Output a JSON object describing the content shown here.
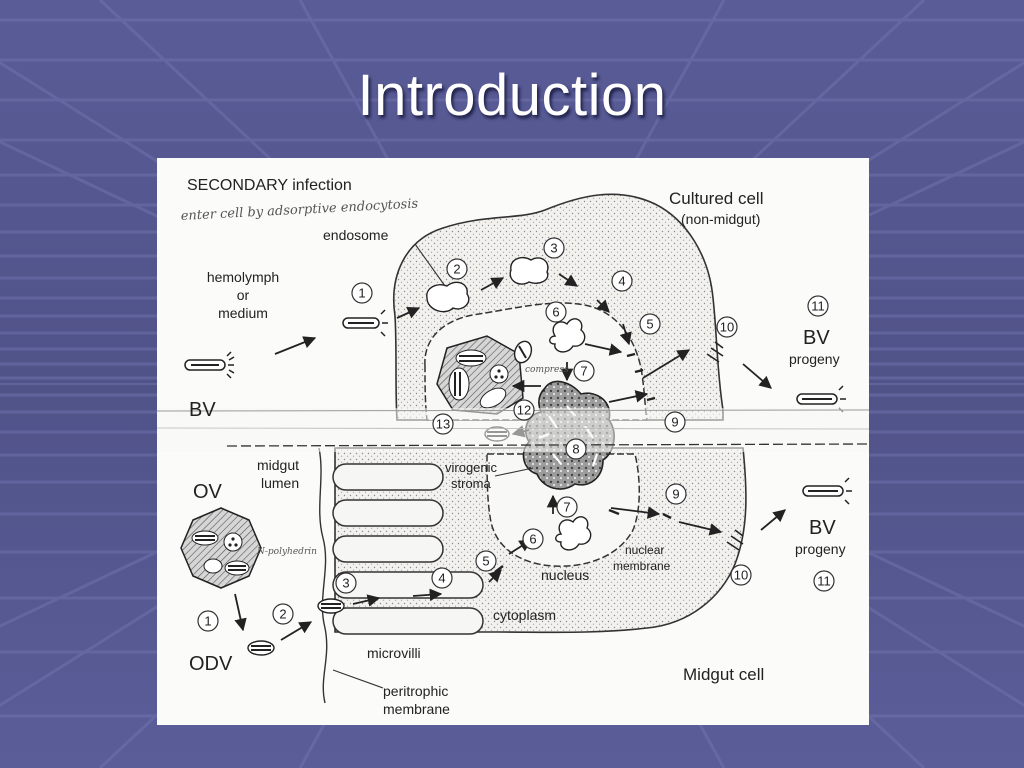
{
  "slide": {
    "title": "Introduction"
  },
  "diagram": {
    "labels": {
      "secondary_infection": "SECONDARY infection",
      "handwritten_entry": "enter cell by adsorptive endocytosis",
      "endosome": "endosome",
      "hemolymph": "hemolymph",
      "or": "or",
      "medium": "medium",
      "bv_left": "BV",
      "cultured_cell": "Cultured cell",
      "non_midgut": "(non-midgut)",
      "bv_upper": "BV",
      "progeny_upper": "progeny",
      "handwritten_compress": "compress",
      "midgut_lumen_1": "midgut",
      "midgut_lumen_2": "lumen",
      "ov": "OV",
      "handwritten_polyhedrin": "N-polyhedrin",
      "virogenic_1": "virogenic",
      "virogenic_2": "stroma",
      "nuclear_1": "nuclear",
      "nuclear_2": "membrane",
      "nucleus": "nucleus",
      "bv_lower": "BV",
      "progeny_lower": "progeny",
      "cytoplasm": "cytoplasm",
      "microvilli": "microvilli",
      "odv": "ODV",
      "peritrophic_1": "peritrophic",
      "peritrophic_2": "membrane",
      "midgut_cell": "Midgut cell"
    },
    "step_numbers": {
      "s1_top": "1",
      "s2_top": "2",
      "s3_top": "3",
      "s4_top": "4",
      "s5_top": "5",
      "s6_top": "6",
      "s7_top": "7",
      "s8": "8",
      "s9_top": "9",
      "s10_top": "10",
      "s11_top": "11",
      "s12": "12",
      "s13": "13",
      "s1_bot": "1",
      "s2_bot": "2",
      "s3_bot": "3",
      "s4_bot": "4",
      "s5_bot": "5",
      "s6_bot": "6",
      "s7_bot": "7",
      "s9_bot": "9",
      "s10_bot": "10",
      "s11_bot": "11"
    }
  }
}
